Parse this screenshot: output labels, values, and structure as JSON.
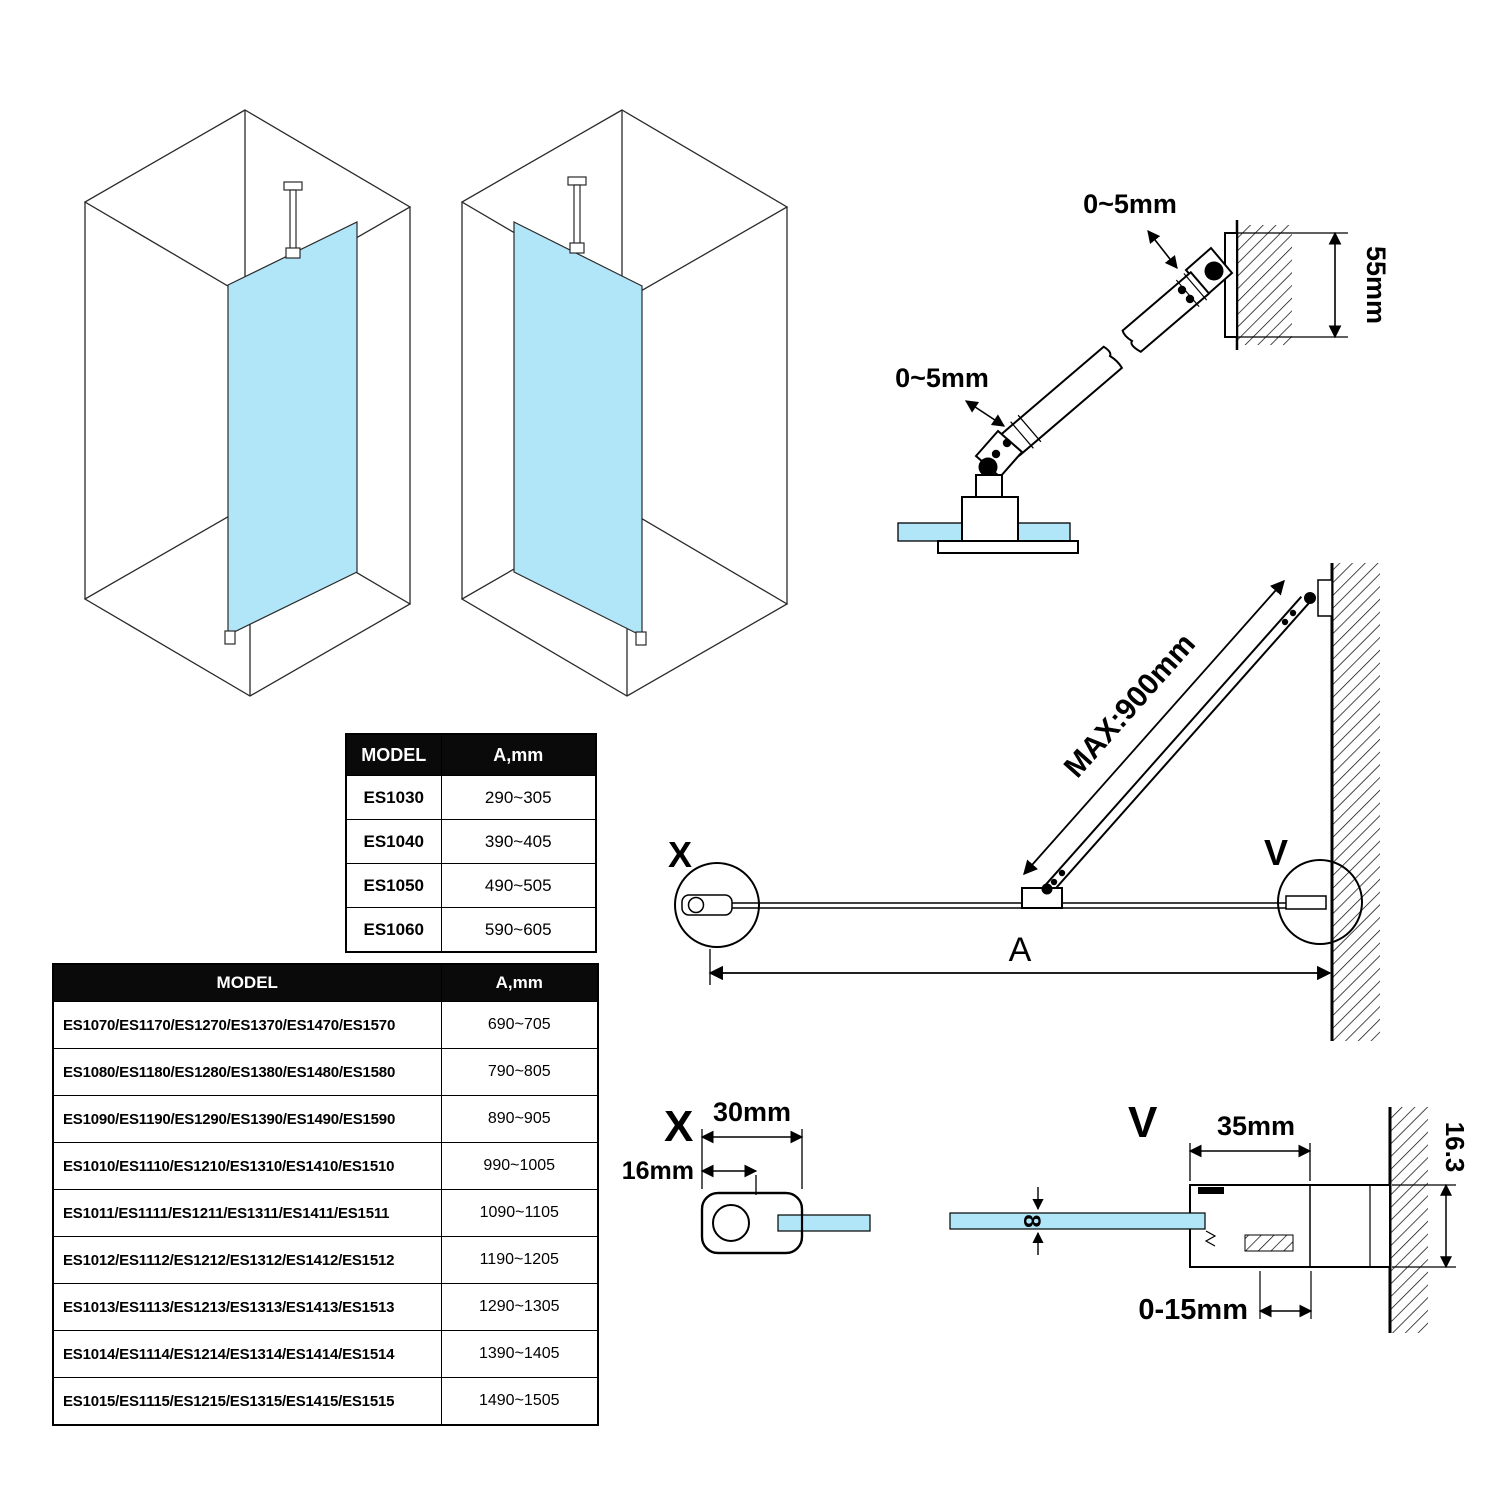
{
  "colors": {
    "glass": "#b0e6f8",
    "line": "#000000",
    "header_bg": "#0a0a0a",
    "header_fg": "#ffffff"
  },
  "bracket_detail": {
    "gap_top": "0~5mm",
    "gap_bottom": "0~5mm",
    "wall_plate_height": "55mm"
  },
  "plan": {
    "max_length": "MAX:900mm",
    "span_label": "A",
    "callout_left": "X",
    "callout_right": "V"
  },
  "section_x": {
    "title": "X",
    "overall_width": "30mm",
    "bar_width": "16mm"
  },
  "section_v": {
    "title": "V",
    "profile_width": "35mm",
    "profile_height": "16.3",
    "glass_thickness": "8",
    "adjust_range": "0-15mm"
  },
  "small_table": {
    "headers": {
      "model": "MODEL",
      "a": "A,mm"
    },
    "rows": [
      {
        "model": "ES1030",
        "a": "290~305"
      },
      {
        "model": "ES1040",
        "a": "390~405"
      },
      {
        "model": "ES1050",
        "a": "490~505"
      },
      {
        "model": "ES1060",
        "a": "590~605"
      }
    ]
  },
  "large_table": {
    "headers": {
      "model": "MODEL",
      "a": "A,mm"
    },
    "rows": [
      {
        "model": "ES1070/ES1170/ES1270/ES1370/ES1470/ES1570",
        "a": "690~705"
      },
      {
        "model": "ES1080/ES1180/ES1280/ES1380/ES1480/ES1580",
        "a": "790~805"
      },
      {
        "model": "ES1090/ES1190/ES1290/ES1390/ES1490/ES1590",
        "a": "890~905"
      },
      {
        "model": "ES1010/ES1110/ES1210/ES1310/ES1410/ES1510",
        "a": "990~1005"
      },
      {
        "model": "ES1011/ES1111/ES1211/ES1311/ES1411/ES1511",
        "a": "1090~1105"
      },
      {
        "model": "ES1012/ES1112/ES1212/ES1312/ES1412/ES1512",
        "a": "1190~1205"
      },
      {
        "model": "ES1013/ES1113/ES1213/ES1313/ES1413/ES1513",
        "a": "1290~1305"
      },
      {
        "model": "ES1014/ES1114/ES1214/ES1314/ES1414/ES1514",
        "a": "1390~1405"
      },
      {
        "model": "ES1015/ES1115/ES1215/ES1315/ES1415/ES1515",
        "a": "1490~1505"
      }
    ]
  }
}
